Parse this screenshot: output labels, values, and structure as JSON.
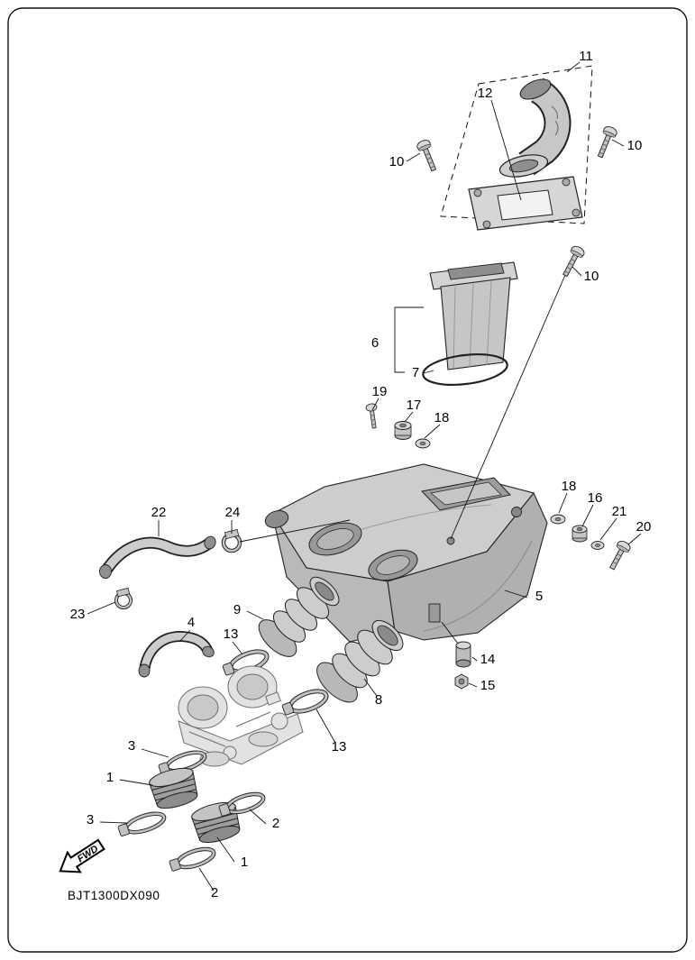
{
  "page": {
    "code": "BJT1300DX090",
    "fwd_label": "FWD"
  },
  "callouts": [
    {
      "n": "11"
    },
    {
      "n": "12"
    },
    {
      "n": "10"
    },
    {
      "n": "10"
    },
    {
      "n": "10"
    },
    {
      "n": "6"
    },
    {
      "n": "7"
    },
    {
      "n": "19"
    },
    {
      "n": "17"
    },
    {
      "n": "18"
    },
    {
      "n": "18"
    },
    {
      "n": "16"
    },
    {
      "n": "21"
    },
    {
      "n": "20"
    },
    {
      "n": "22"
    },
    {
      "n": "24"
    },
    {
      "n": "23"
    },
    {
      "n": "9"
    },
    {
      "n": "4"
    },
    {
      "n": "13"
    },
    {
      "n": "5"
    },
    {
      "n": "14"
    },
    {
      "n": "15"
    },
    {
      "n": "8"
    },
    {
      "n": "13"
    },
    {
      "n": "3"
    },
    {
      "n": "1"
    },
    {
      "n": "2"
    },
    {
      "n": "3"
    },
    {
      "n": "1"
    },
    {
      "n": "2"
    }
  ],
  "colors": {
    "background": "#ffffff",
    "line": "#111111",
    "part_light": "#d9d9d9",
    "part_mid": "#c0c0c0",
    "part_dark": "#9a9a9a"
  }
}
